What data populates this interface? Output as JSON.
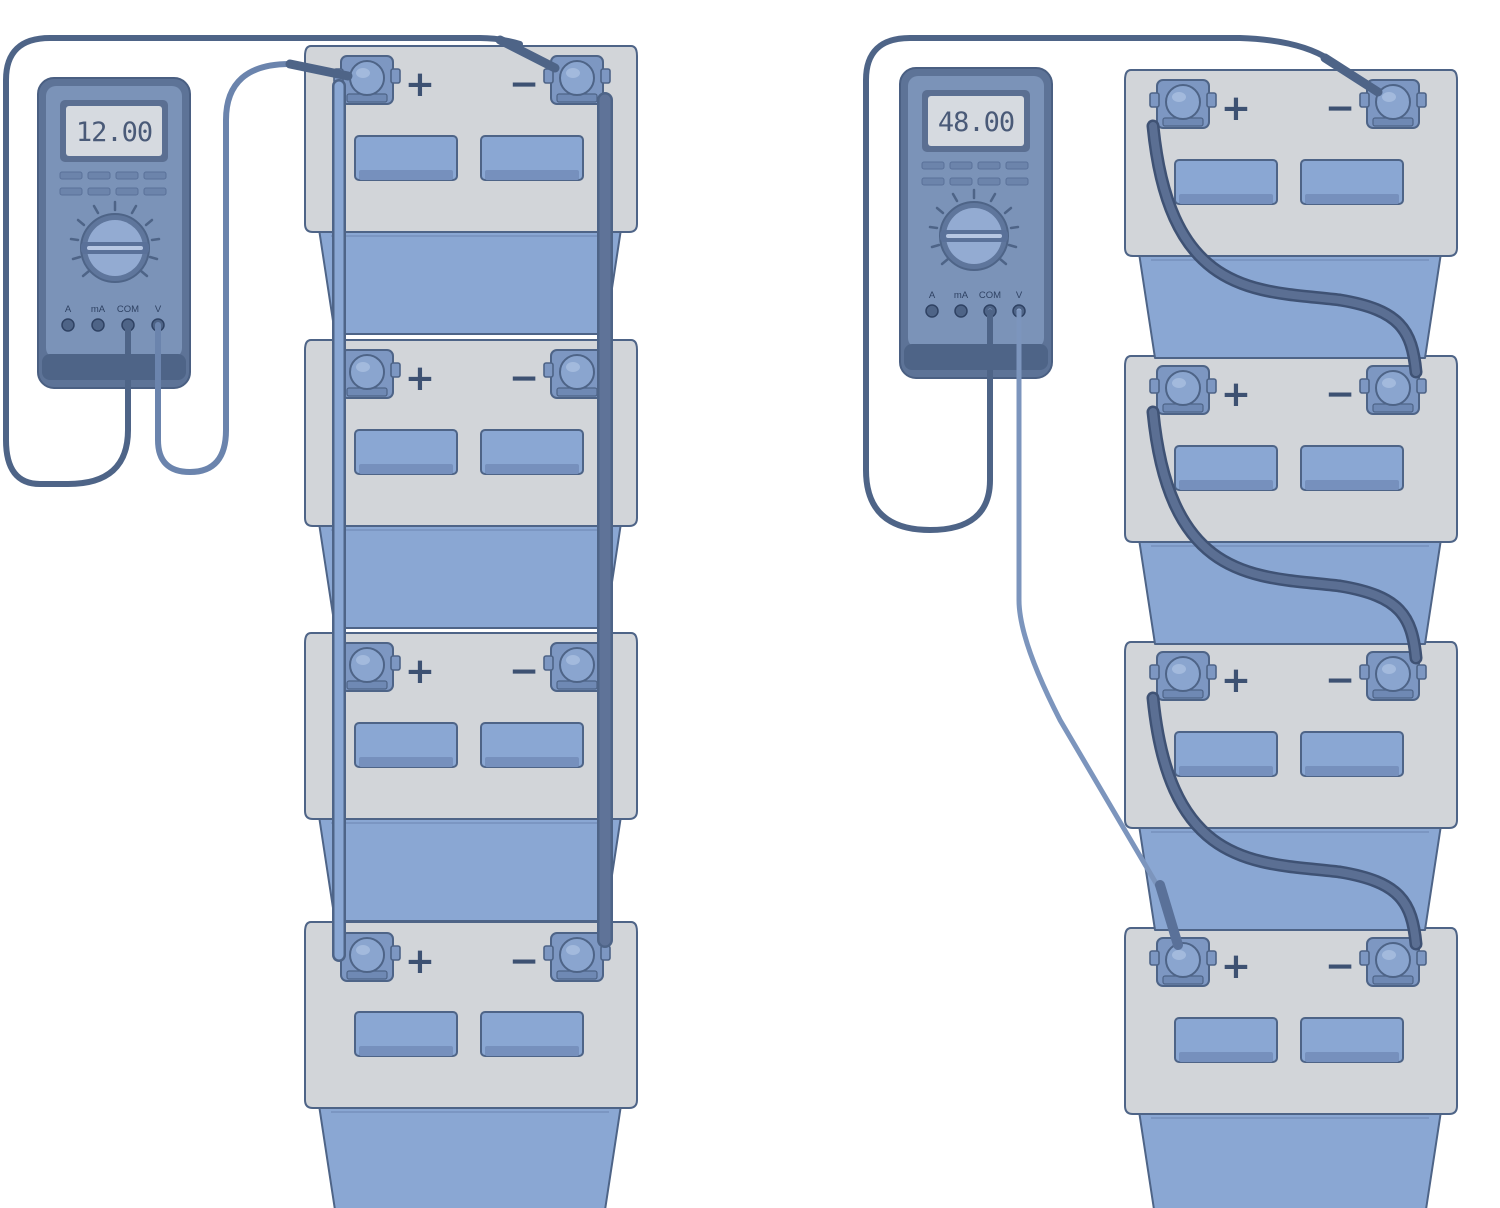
{
  "colors": {
    "battery_body": "#8aa7d3",
    "battery_lid": "#d2d5d9",
    "outline": "#4e6487",
    "meter_body": "#5d7397",
    "meter_panel": "#7b93b8",
    "lcd_bg": "#d6dae0",
    "wire_dark": "#566a8c",
    "wire_light": "#7c95bd"
  },
  "left_setup": {
    "multimeter": {
      "reading": "12.00",
      "ports": [
        "A",
        "mA",
        "COM",
        "V"
      ],
      "dial_icon": "rotary-dial-icon"
    },
    "batteries": [
      {
        "plus": "+",
        "minus": "−"
      },
      {
        "plus": "+",
        "minus": "−"
      },
      {
        "plus": "+",
        "minus": "−"
      },
      {
        "plus": "+",
        "minus": "−"
      }
    ]
  },
  "right_setup": {
    "multimeter": {
      "reading": "48.00",
      "ports": [
        "A",
        "mA",
        "COM",
        "V"
      ],
      "dial_icon": "rotary-dial-icon"
    },
    "batteries": [
      {
        "plus": "+",
        "minus": "−"
      },
      {
        "plus": "+",
        "minus": "−"
      },
      {
        "plus": "+",
        "minus": "−"
      },
      {
        "plus": "+",
        "minus": "−"
      }
    ]
  }
}
